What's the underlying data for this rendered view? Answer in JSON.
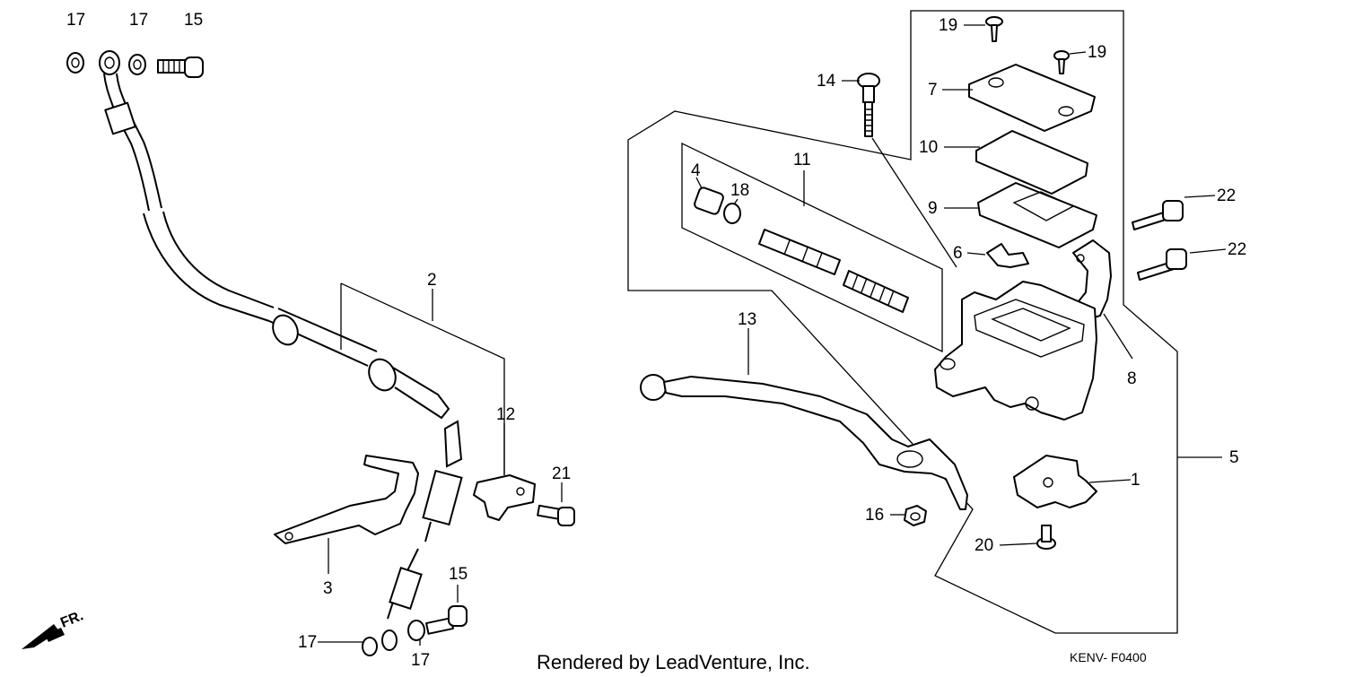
{
  "callouts": [
    {
      "id": "c17a",
      "text": "17"
    },
    {
      "id": "c17b",
      "text": "17"
    },
    {
      "id": "c15a",
      "text": "15"
    },
    {
      "id": "c2",
      "text": "2"
    },
    {
      "id": "c12",
      "text": "12"
    },
    {
      "id": "c21",
      "text": "21"
    },
    {
      "id": "c3",
      "text": "3"
    },
    {
      "id": "c15b",
      "text": "15"
    },
    {
      "id": "c17c",
      "text": "17"
    },
    {
      "id": "c17d",
      "text": "17"
    },
    {
      "id": "c19a",
      "text": "19"
    },
    {
      "id": "c19b",
      "text": "19"
    },
    {
      "id": "c14",
      "text": "14"
    },
    {
      "id": "c7",
      "text": "7"
    },
    {
      "id": "c11",
      "text": "11"
    },
    {
      "id": "c10",
      "text": "10"
    },
    {
      "id": "c4",
      "text": "4"
    },
    {
      "id": "c18",
      "text": "18"
    },
    {
      "id": "c9",
      "text": "9"
    },
    {
      "id": "c22a",
      "text": "22"
    },
    {
      "id": "c22b",
      "text": "22"
    },
    {
      "id": "c6",
      "text": "6"
    },
    {
      "id": "c13",
      "text": "13"
    },
    {
      "id": "c8",
      "text": "8"
    },
    {
      "id": "c5",
      "text": "5"
    },
    {
      "id": "c1",
      "text": "1"
    },
    {
      "id": "c16",
      "text": "16"
    },
    {
      "id": "c20",
      "text": "20"
    }
  ],
  "direction_label": "FR.",
  "footer_credit": "Rendered by LeadVenture, Inc.",
  "diagram_code": "KENV-  F0400"
}
